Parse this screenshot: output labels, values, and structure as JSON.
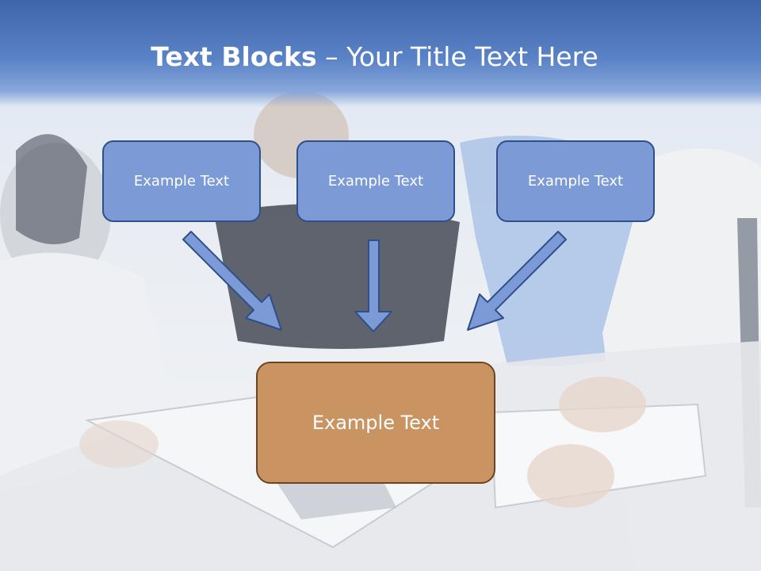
{
  "slide": {
    "title_bold": "Text Blocks",
    "title_rest": " – Your Title Text Here"
  },
  "blocks": [
    {
      "label": "Example Text"
    },
    {
      "label": "Example Text"
    },
    {
      "label": "Example Text"
    }
  ],
  "center_block": {
    "label": "Example Text"
  },
  "colors": {
    "header": "#4a72b8",
    "top_box_fill": "#7b9ad6",
    "top_box_border": "#2f4f8a",
    "center_fill": "#c99461",
    "center_border": "#6b4422",
    "arrow_fill": "#7b9ad6",
    "arrow_stroke": "#2f4f8a"
  }
}
